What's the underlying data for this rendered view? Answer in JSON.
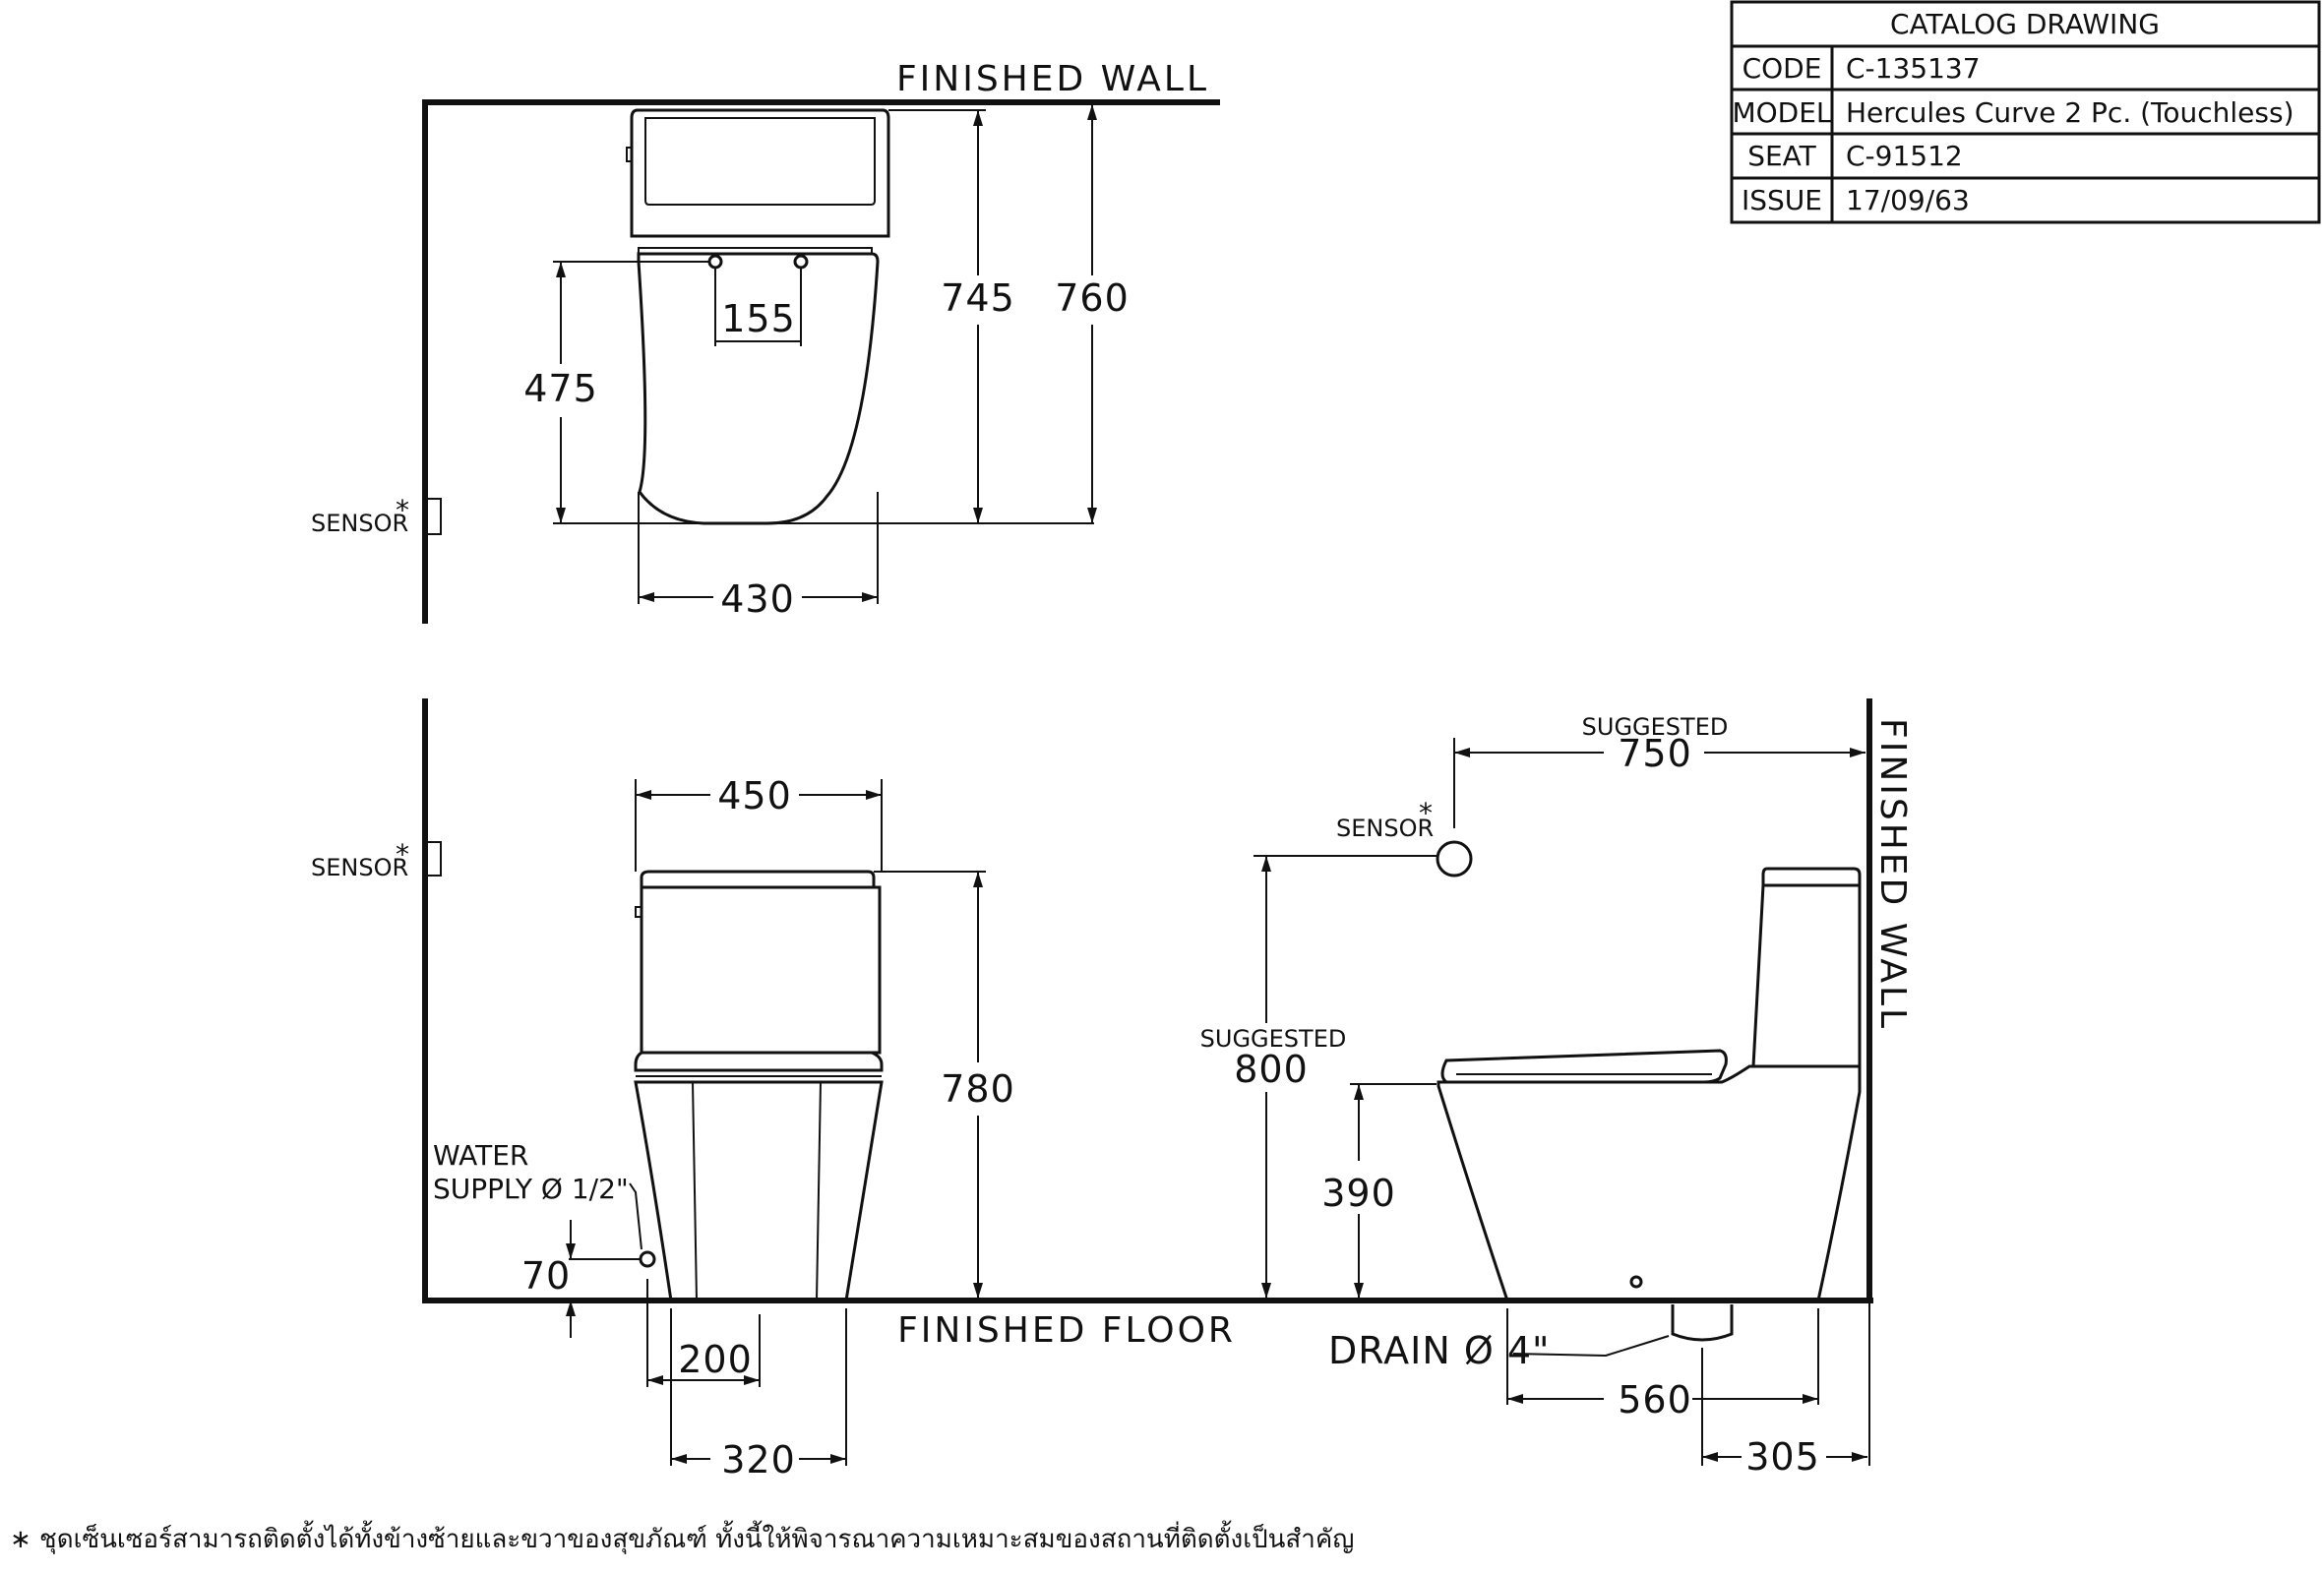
{
  "catalog": {
    "header": "CATALOG DRAWING",
    "rows": [
      {
        "label": "CODE",
        "value": "C-135137"
      },
      {
        "label": "MODEL",
        "value": "Hercules Curve 2 Pc. (Touchless)"
      },
      {
        "label": "SEAT",
        "value": "C-91512"
      },
      {
        "label": "ISSUE",
        "value": "17/09/63"
      }
    ]
  },
  "top_view": {
    "wall_label": "FINISHED WALL",
    "sensor_label": "SENSOR",
    "asterisk": "*",
    "dims": {
      "hole_spacing": "155",
      "hole_depth": "475",
      "bowl_length": "745",
      "total_length": "760",
      "width": "430"
    }
  },
  "front_view": {
    "sensor_label": "SENSOR",
    "asterisk": "*",
    "water_supply_line1": "WATER",
    "water_supply_line2": "SUPPLY Ø 1/2\"",
    "floor_label": "FINISHED FLOOR",
    "dims": {
      "width": "450",
      "height": "780",
      "supply_height": "70",
      "supply_offset": "200",
      "base_width": "320"
    }
  },
  "side_view": {
    "wall_label": "FINISHED WALL",
    "sensor_label": "SENSOR",
    "asterisk": "*",
    "suggested_label": "SUGGESTED",
    "drain_label": "DRAIN Ø 4\"",
    "dims": {
      "sensor_distance": "750",
      "sensor_height": "800",
      "seat_height": "390",
      "length": "560",
      "rough_in": "305"
    }
  },
  "footnote": "∗  ชุดเซ็นเซอร์สามารถติดตั้งได้ทั้งข้างซ้ายและขวาของสุขภัณฑ์ ทั้งนี้ให้พิจารณาความเหมาะสมของสถานที่ติดตั้งเป็นสำคัญ"
}
